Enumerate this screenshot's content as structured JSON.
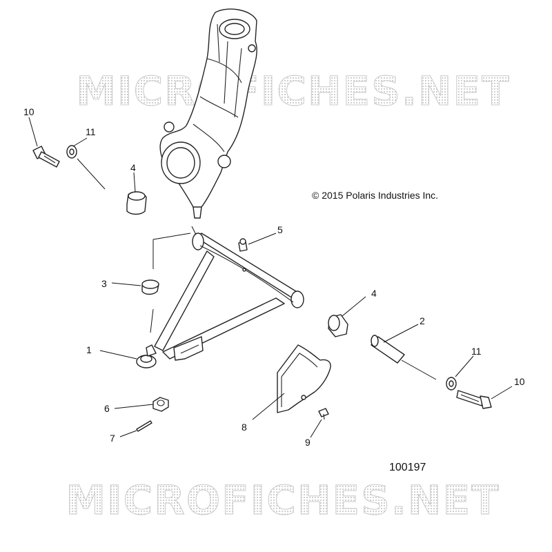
{
  "watermark": {
    "top_text": "MICROFICHES.NET",
    "bottom_text": "MICROFICHES.NET"
  },
  "copyright": "© 2015 Polaris Industries Inc.",
  "diagram_id": "100197",
  "callouts": {
    "c1": "1",
    "c2": "2",
    "c3": "3",
    "c4a": "4",
    "c4b": "4",
    "c5": "5",
    "c6": "6",
    "c7": "7",
    "c8": "8",
    "c9": "9",
    "c10a": "10",
    "c10b": "10",
    "c11a": "11",
    "c11b": "11"
  },
  "colors": {
    "line": "#222222",
    "watermark": "#c9c9c9",
    "background": "#ffffff"
  }
}
